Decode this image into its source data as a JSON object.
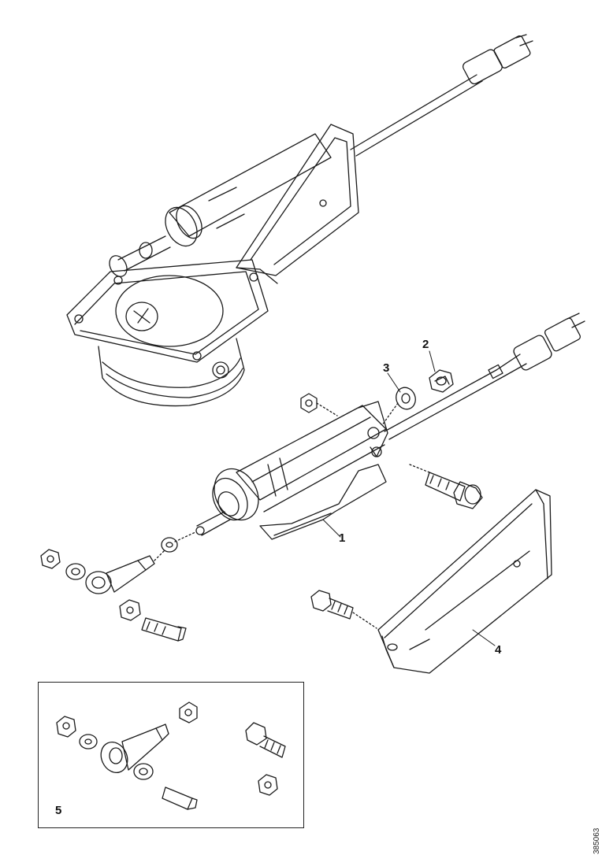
{
  "diagram": {
    "callouts": {
      "part_1": "1",
      "part_2": "2",
      "part_3": "3",
      "part_4": "4",
      "part_5": "5"
    },
    "reference_code": "385063"
  },
  "parts": [
    {
      "number": "1",
      "name": "actuator-cylinder"
    },
    {
      "number": "2",
      "name": "nut"
    },
    {
      "number": "3",
      "name": "washer"
    },
    {
      "number": "4",
      "name": "guard-bracket"
    },
    {
      "number": "5",
      "name": "fastener-kit"
    }
  ]
}
